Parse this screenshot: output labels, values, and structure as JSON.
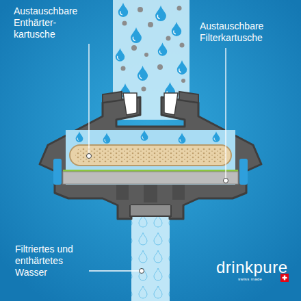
{
  "diagram": {
    "labels": [
      "Austauschbare Enthärter- kartusche",
      "Austauschbare Filterkartusche",
      "Filtriertes und enthärtetes Wasser",
      "drinkpure",
      "swiss made"
    ]
  }
}
